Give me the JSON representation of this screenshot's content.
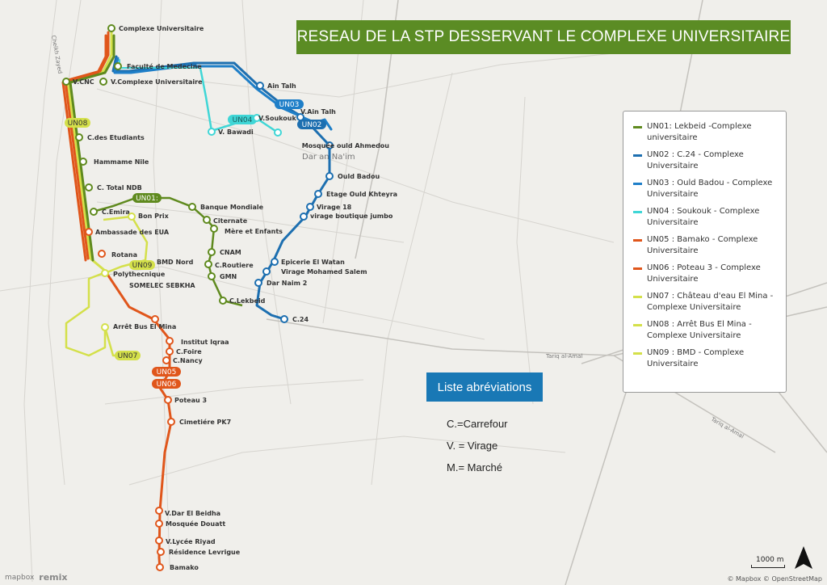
{
  "title": "RESEAU DE LA STP DESSERVANT LE COMPLEXE UNIVERSITAIRE",
  "colors": {
    "title_bg": "#5b8c24",
    "UN01": "#5f8a1e",
    "UN02": "#1d6fb0",
    "UN03": "#1f7fc8",
    "UN04": "#3fd6d6",
    "UN05": "#e0561b",
    "UN06": "#e0561b",
    "UN07": "#d4e04a",
    "UN08": "#d4e04a",
    "UN09": "#d4e04a",
    "abbr_bg": "#1978b5"
  },
  "legend": [
    {
      "code": "UN01",
      "label": "UN01: Lekbeid -Complexe universitaire"
    },
    {
      "code": "UN02",
      "label": "UN02 : C.24 - Complexe Universitaire"
    },
    {
      "code": "UN03",
      "label": "UN03 : Ould Badou - Complexe Universitaire"
    },
    {
      "code": "UN04",
      "label": "UN04 : Soukouk - Complexe Universitaire"
    },
    {
      "code": "UN05",
      "label": "UN05 : Bamako - Complexe Universitaire"
    },
    {
      "code": "UN06",
      "label": "UN06 : Poteau 3 - Complexe Universitaire"
    },
    {
      "code": "UN07",
      "label": "UN07 : Château d'eau El Mina - Complexe Universitaire"
    },
    {
      "code": "UN08",
      "label": "UN08 : Arrêt Bus El Mina - Complexe Universitaire"
    },
    {
      "code": "UN09",
      "label": "UN09 : BMD - Complexe Universitaire"
    }
  ],
  "abbreviations": {
    "title": "Liste abréviations",
    "items": [
      "C.=Carrefour",
      "V. = Virage",
      "M.= Marché"
    ]
  },
  "route_labels": {
    "UN01": "UN01:",
    "UN02": "UN02",
    "UN03": "UN03",
    "UN04": "UN04",
    "UN05": "UN05",
    "UN06": "UN06",
    "UN07": "UN07",
    "UN08": "UN08",
    "UN09": "UN09"
  },
  "stops": {
    "complexe": "Complexe Universitaire",
    "faculte": "Faculté de Medecine",
    "vcnc": "V.CNC",
    "vcomplexe": "V.Complexe Universitaire",
    "aintalh": "Ain Talh",
    "vaintalh": "V.Ain Talh",
    "vsoukouk": "V.Soukouk",
    "vbawadi": "V. Bawadi",
    "mosqueeahmedou": "Mosquée ould Ahmedou",
    "ouldbadou": "Ould Badou",
    "etage": "Etage Ould Khteyra",
    "virage18": "Virage 18",
    "boutique": "virage boutique jumbo",
    "epicerie": "Epicerie El Watan",
    "viragems": "Virage Mohamed Salem",
    "darnaim": "Dar Naim 2",
    "c24": "C.24",
    "cetudiants": "C.des Etudiants",
    "hammame": "Hammame Nile",
    "ctotal": "C. Total NDB",
    "cemira": "C.Emira",
    "banque": "Banque Mondiale",
    "bonprix": "Bon Prix",
    "citernate": "Citernate",
    "ambassade": "Ambassade des EUA",
    "mere": "Mère et Enfants",
    "rotana": "Rotana",
    "bmdnord": "BMD Nord",
    "cnam": "CNAM",
    "croutiere": "C.Routiere",
    "polytech": "Polythecnique",
    "gmn": "GMN",
    "somelec": "SOMELEC SEBKHA",
    "clekbeid": "C.Lekbeid",
    "arretbus": "Arrêt Bus El Mina",
    "institut": "Institut Iqraa",
    "cfoire": "C.Foire",
    "cnancy": "C.Nancy",
    "poteau3": "Poteau 3",
    "cimetiere": "Cimetiére PK7",
    "vdar": "V.Dar El Beidha",
    "mosqueedouatt": "Mosquée Douatt",
    "vlycee": "V.Lycée Riyad",
    "residence": "Résidence Levrigue",
    "bamako": "Bamako"
  },
  "places": {
    "darnaim": "Dar an Na'im",
    "tariq1": "Tariq al-Amal",
    "tariq2": "Tariq al-Amal",
    "cheikh": "Cheikh Zayed"
  },
  "scale": "1000 m",
  "attribution": "© Mapbox © OpenStreetMap",
  "brand": {
    "mapbox": "mapbox",
    "remix": "remix"
  }
}
